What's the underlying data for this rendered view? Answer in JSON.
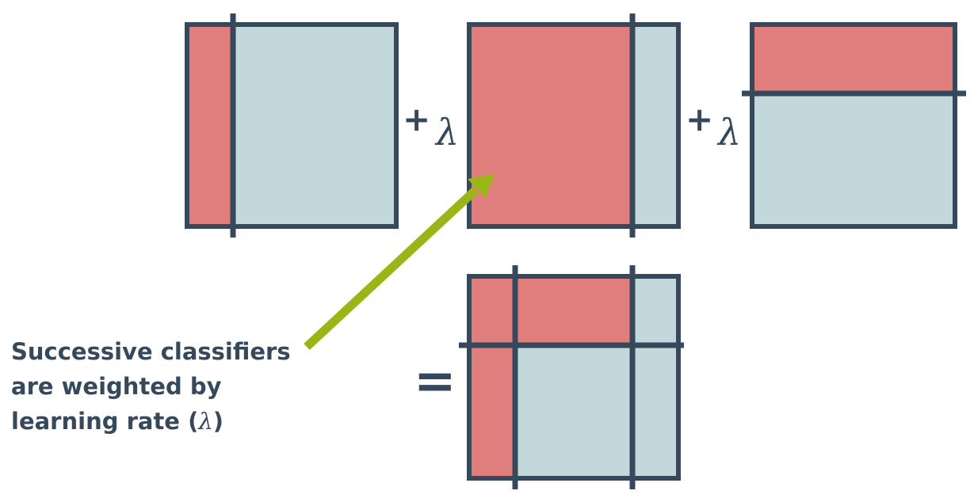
{
  "colors": {
    "red": "#e07e7e",
    "blue": "#c2d8da",
    "line": "#36495c",
    "arrow": "#9ab516"
  },
  "operators": {
    "plus": "+",
    "lambda": "λ",
    "equals": "="
  },
  "caption": {
    "line1": "Successive classifiers",
    "line2": "are weighted by",
    "line3_prefix": "learning rate (",
    "line3_lambda": "λ",
    "line3_suffix": ")"
  }
}
